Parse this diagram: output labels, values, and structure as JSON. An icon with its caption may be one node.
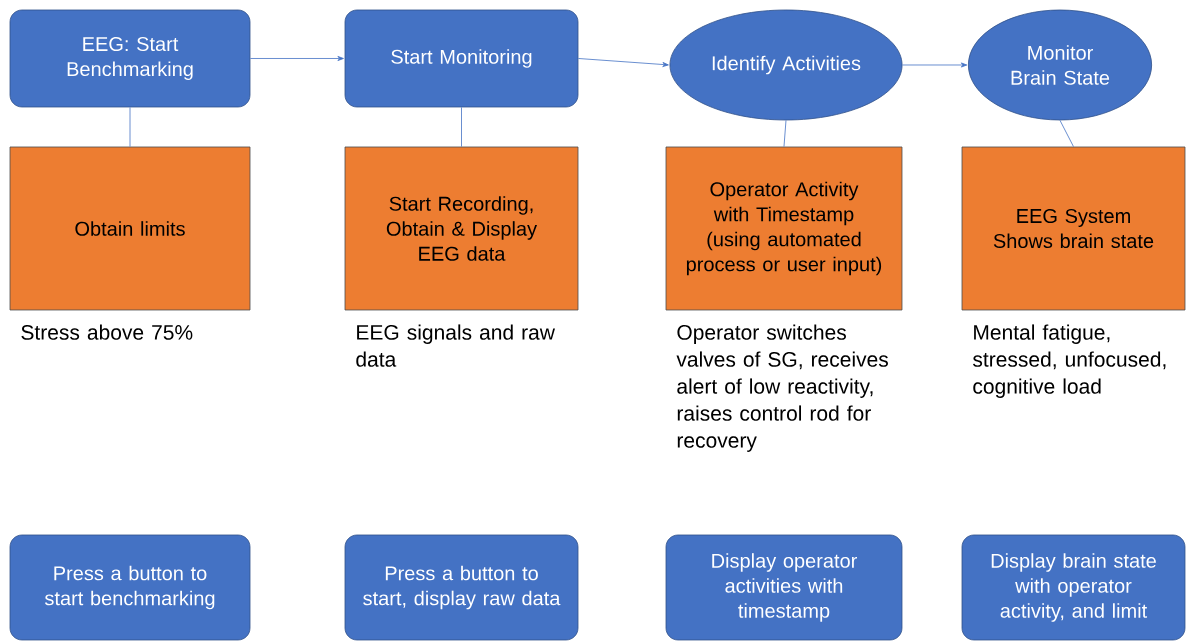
{
  "diagram": {
    "nodes": [
      {
        "text": [
          "EEG: Start Benchmarking"
        ]
      },
      {
        "text": [
          "Obtain limits"
        ],
        "beside": [
          "Stress above 75%"
        ]
      },
      {
        "text": [
          "Start Monitoring"
        ]
      },
      {
        "text": [
          "Start Recording, Obtain & Display EEG data"
        ],
        "beside": [
          "EEG signals and raw data"
        ]
      },
      {
        "text": [
          "Identify Activities"
        ]
      },
      {
        "text": [
          "Operator Activity with Timestamp (using automated process or user input)"
        ],
        "beside": [
          "Operator switches valves of SG, receives alert of low reactivity, raises control rod for recovery"
        ]
      },
      {
        "text": [
          "Monitor Brain State"
        ]
      },
      {
        "text": [
          "EEG System Shows brain state"
        ],
        "beside": [
          "Mental fatigue, stressed, unfocused, cognitive load"
        ]
      },
      {
        "text": [
          "Press a button to start benchmarking"
        ]
      },
      {
        "text": [
          "Press a button to start, display raw data"
        ]
      },
      {
        "text": [
          "Display operator activities with timestamp"
        ]
      },
      {
        "text": [
          "Display brain state with operator activity, and limit"
        ]
      }
    ],
    "edges": [
      {
        "from": 0,
        "to": 2,
        "arrow": "to"
      },
      {
        "from": 2,
        "to": 4,
        "arrow": "to"
      },
      {
        "from": 4,
        "to": 6,
        "arrow": "to"
      },
      {
        "from": 0,
        "to": 1,
        "arrow": "none"
      },
      {
        "from": 2,
        "to": 3,
        "arrow": "none"
      },
      {
        "from": 4,
        "to": 5,
        "arrow": "none"
      },
      {
        "from": 6,
        "to": 7,
        "arrow": "none"
      }
    ]
  }
}
